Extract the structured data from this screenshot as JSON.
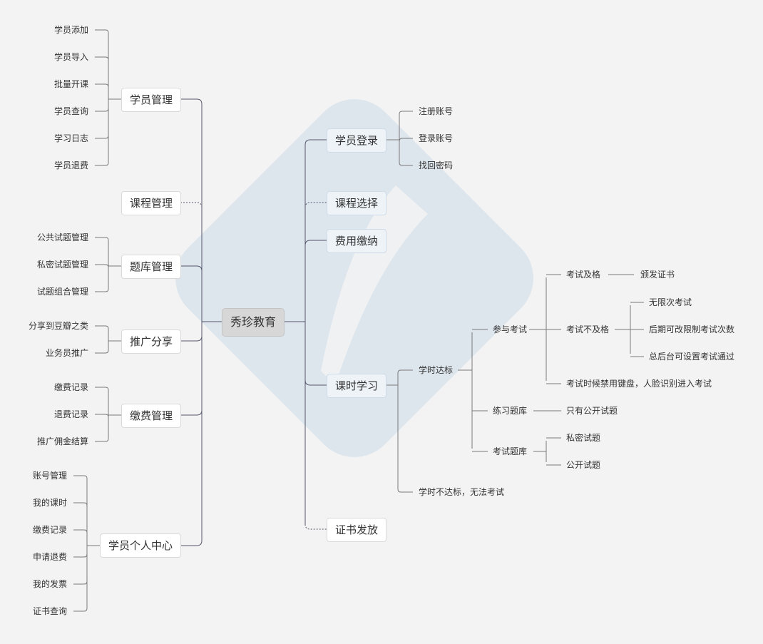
{
  "root": "秀珍教育",
  "left": [
    {
      "label": "学员管理",
      "children": [
        "学员添加",
        "学员导入",
        "批量开课",
        "学员查询",
        "学习日志",
        "学员退费"
      ]
    },
    {
      "label": "课程管理",
      "children": []
    },
    {
      "label": "题库管理",
      "children": [
        "公共试题管理",
        "私密试题管理",
        "试题组合管理"
      ]
    },
    {
      "label": "推广分享",
      "children": [
        "分享到豆瓣之类",
        "业务员推广"
      ]
    },
    {
      "label": "缴费管理",
      "children": [
        "缴费记录",
        "退费记录",
        "推广佣金结算"
      ]
    },
    {
      "label": "学员个人中心",
      "children": [
        "账号管理",
        "我的课时",
        "缴费记录",
        "申请退费",
        "我的发票",
        "证书查询"
      ]
    }
  ],
  "right": [
    {
      "label": "学员登录",
      "children": [
        "注册账号",
        "登录账号",
        "找回密码"
      ]
    },
    {
      "label": "课程选择",
      "children": []
    },
    {
      "label": "费用缴纳",
      "children": []
    },
    {
      "label": "课时学习",
      "children": [
        {
          "label": "学时达标",
          "children": [
            {
              "label": "参与考试",
              "children": [
                {
                  "label": "考试及格",
                  "children": [
                    "颁发证书"
                  ]
                },
                {
                  "label": "考试不及格",
                  "children": [
                    "无限次考试",
                    "后期可改限制考试次数",
                    "总后台可设置考试通过"
                  ]
                },
                {
                  "label": "考试时候禁用键盘，人脸识别进入考试",
                  "children": []
                }
              ]
            },
            {
              "label": "练习题库",
              "children": [
                "只有公开试题"
              ]
            },
            {
              "label": "考试题库",
              "children": [
                "私密试题",
                "公开试题"
              ]
            }
          ]
        },
        {
          "label": "学时不达标，无法考试",
          "children": []
        }
      ]
    },
    {
      "label": "证书发放",
      "children": []
    }
  ]
}
